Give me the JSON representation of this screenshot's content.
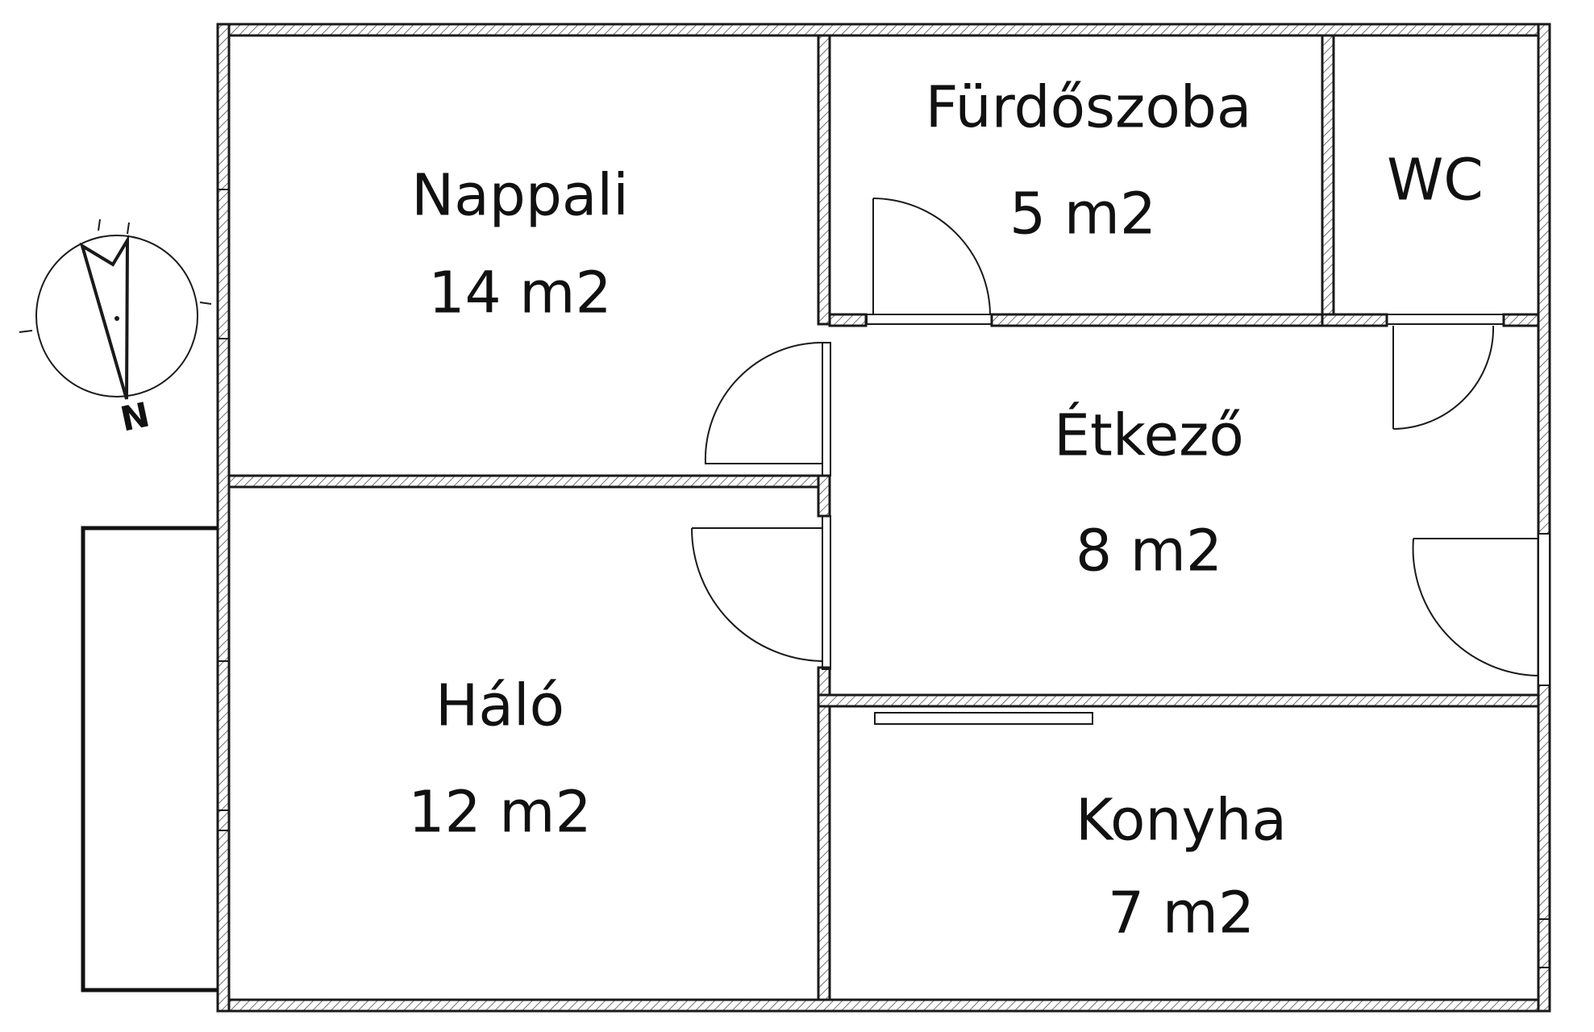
{
  "rooms": {
    "nappali": {
      "name": "Nappali",
      "area": "14 m2"
    },
    "furdoszoba": {
      "name": "Fürdőszoba",
      "area": "5 m2"
    },
    "wc": {
      "name": "WC"
    },
    "etkezo": {
      "name": "Étkező",
      "area": "8 m2"
    },
    "halo": {
      "name": "Háló",
      "area": "12 m2"
    },
    "konyha": {
      "name": "Konyha",
      "area": "7 m2"
    }
  },
  "compass": {
    "letter": "N"
  }
}
